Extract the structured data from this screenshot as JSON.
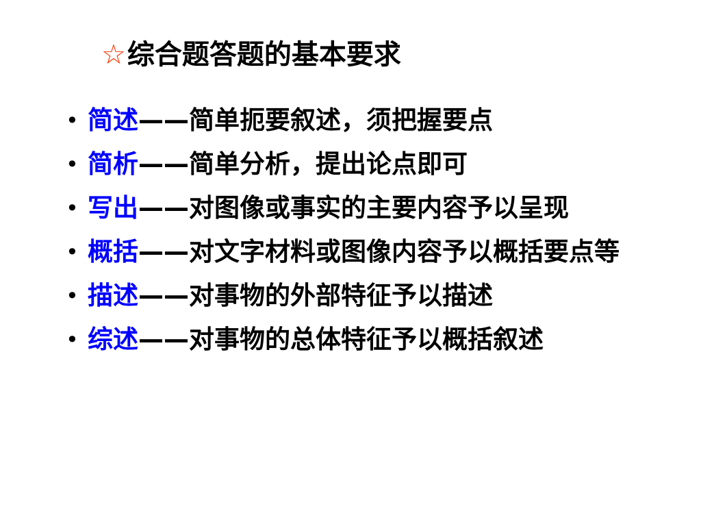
{
  "slide": {
    "title": {
      "icon": "star-outline-icon",
      "icon_glyph": "☆",
      "icon_color": "#ff3300",
      "text": "综合题答题的基本要求"
    },
    "term_color": "#0000ff",
    "bullet_glyph": "•",
    "items": [
      {
        "term": "简述",
        "desc": "——简单扼要叙述，须把握要点"
      },
      {
        "term": "简析",
        "desc": "——简单分析，提出论点即可"
      },
      {
        "term": "写出",
        "desc": "——对图像或事实的主要内容予以呈现"
      },
      {
        "term": "概括",
        "desc": "——对文字材料或图像内容予以概括要点等"
      },
      {
        "term": "描述",
        "desc": "——对事物的外部特征予以描述"
      },
      {
        "term": "综述",
        "desc": "——对事物的总体特征予以概括叙述"
      }
    ]
  }
}
